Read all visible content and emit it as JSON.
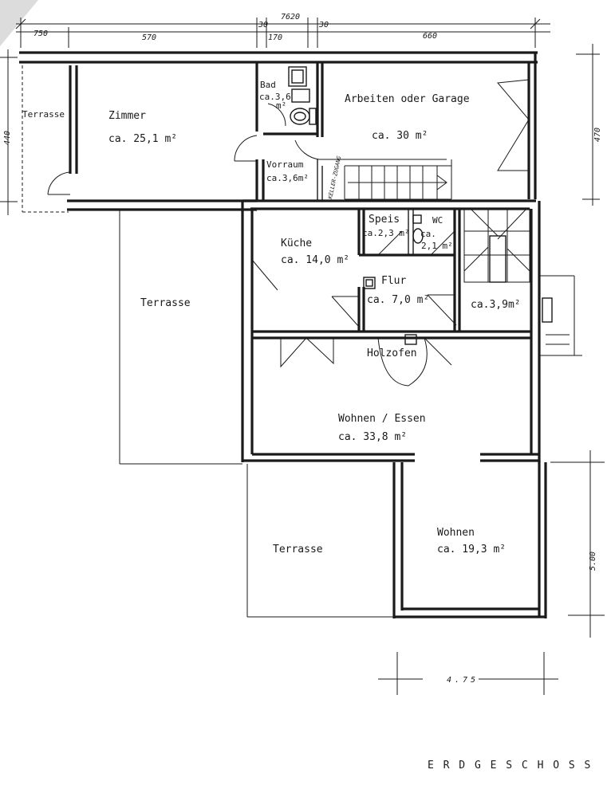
{
  "dimensions": {
    "total_top": "7620",
    "seg_1": "750",
    "seg_2": "570",
    "seg_3": "30",
    "seg_4": "170",
    "seg_5": "30",
    "seg_6": "660",
    "left_height": "440",
    "right_height": "470",
    "right_lower": "5.00",
    "bottom": "4.75"
  },
  "rooms": {
    "terrasse_west": "Terrasse",
    "zimmer_name": "Zimmer",
    "zimmer_area": "ca. 25,1 m²",
    "bad_name": "Bad",
    "bad_area": "ca.3,6",
    "bad_unit": "m²",
    "garage_name": "Arbeiten oder Garage",
    "garage_area": "ca. 30 m²",
    "vorraum_name": "Vorraum",
    "vorraum_area": "ca.3,6m²",
    "keller": "KELLER-ZUGANG",
    "speis_name": "Speis",
    "speis_area": "ca.2,3 m²",
    "wc_name": "WC",
    "wc_area_1": "ca.",
    "wc_area_2": "2,1 m²",
    "kueche_name": "Küche",
    "kueche_area": "ca. 14,0 m²",
    "flur_name": "Flur",
    "flur_area": "ca. 7,0 m²",
    "stair_area": "ca.3,9m²",
    "terrasse_mid": "Terrasse",
    "holzofen": "Holzofen",
    "wohnen_essen_name": "Wohnen / Essen",
    "wohnen_essen_area": "ca. 33,8 m²",
    "terrasse_south": "Terrasse",
    "wohnen_name": "Wohnen",
    "wohnen_area": "ca. 19,3 m²"
  },
  "footer": {
    "floor_name": "E R D G E S C H O S S"
  }
}
